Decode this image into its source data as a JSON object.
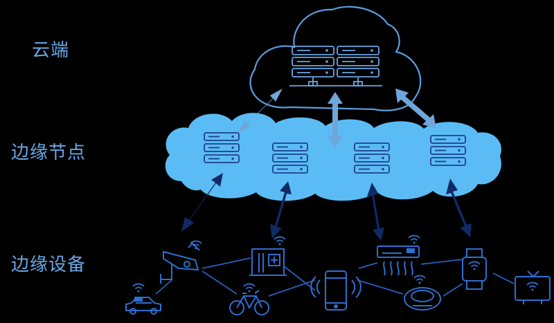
{
  "labels": {
    "cloud": "云端",
    "edge_nodes": "边缘节点",
    "edge_devices": "边缘设备"
  },
  "colors": {
    "background": "#000000",
    "label_text": "#6aa8e6",
    "cloud_outline": "#5b9fe0",
    "edge_cloud_fill": "#5bbcf5",
    "server_stroke_cloud": "#6aa8e6",
    "server_stroke_edge": "#1d3f8a",
    "arrow_light": "#6fa6dc",
    "arrow_dark": "#102a66",
    "device_stroke": "#2f6fd0",
    "device_link": "#2a5fbf"
  },
  "icons": {
    "cloud_servers": "server-rack-icon",
    "edge_servers": "server-rack-icon",
    "devices": [
      "taxi-icon",
      "surveillance-camera-icon",
      "bicycle-icon",
      "smart-building-icon",
      "smartphone-icon",
      "air-conditioner-icon",
      "robot-vacuum-icon",
      "smartwatch-icon",
      "smart-tv-icon"
    ]
  }
}
